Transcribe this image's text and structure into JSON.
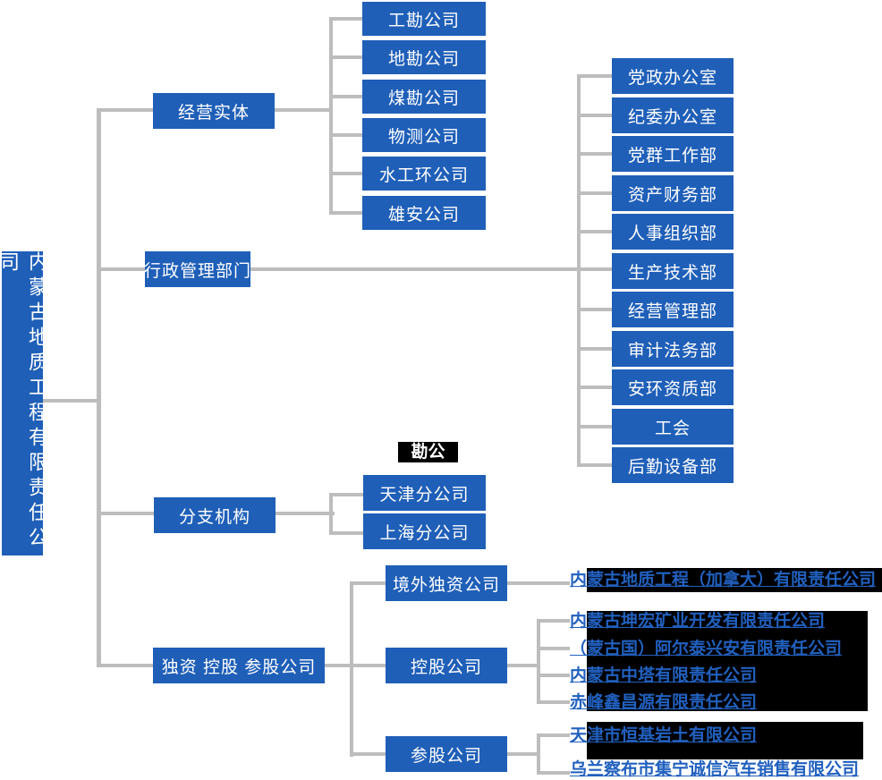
{
  "company": {
    "name": "内蒙古地质工程有限责任公司"
  },
  "colors": {
    "box_blue": "#1F5FB8",
    "link_blue": "#2160BE",
    "line_gray": "#BDBDBD",
    "highlight_black": "#000000",
    "box_text_white": "#FFFFFF"
  },
  "branches": {
    "operating": {
      "label": "经营实体",
      "children": [
        "工勘公司",
        "地勘公司",
        "煤勘公司",
        "物测公司",
        "水工环公司",
        "雄安公司"
      ]
    },
    "admin": {
      "label": "行政管理部门",
      "children": [
        "党政办公室",
        "纪委办公室",
        "党群工作部",
        "资产财务部",
        "人事组织部",
        "生产技术部",
        "经营管理部",
        "审计法务部",
        "安环资质部",
        "工会",
        "后勤设备部"
      ]
    },
    "branch_offices": {
      "label": "分支机构",
      "glitch_fragment": "勘公",
      "children": [
        "天津分公司",
        "上海分公司"
      ]
    },
    "subsidiaries": {
      "label": "独资 控股 参股公司",
      "overseas": {
        "label": "境外独资公司",
        "companies": [
          "内蒙古地质工程（加拿大）有限责任公司"
        ]
      },
      "holding": {
        "label": "控股公司",
        "companies": [
          "内蒙古坤宏矿业开发有限责任公司",
          "（蒙古国）阿尔泰兴安有限责任公司",
          "内蒙古中塔有限责任公司",
          "赤峰鑫昌源有限责任公司"
        ]
      },
      "equity": {
        "label": "参股公司",
        "companies": [
          "天津市恒基岩土有限公司",
          "乌兰察布市集宁诚信汽车销售有限公司"
        ]
      }
    }
  }
}
